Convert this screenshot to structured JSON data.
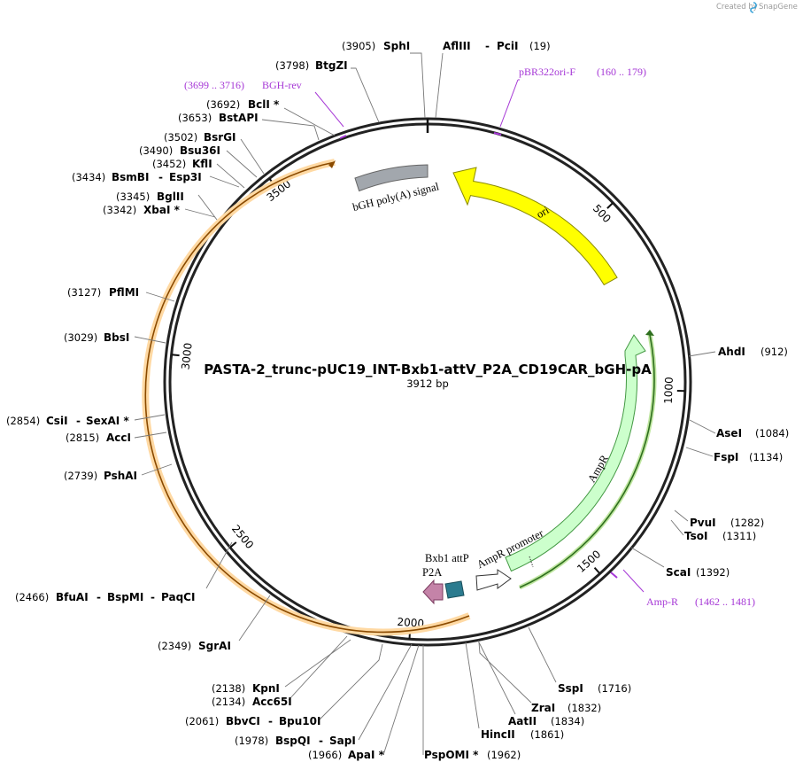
{
  "watermark": {
    "prefix": "Created by",
    "brand": "SnapGene"
  },
  "plasmid": {
    "name": "PASTA-2_trunc-pUC19_INT-Bxb1-attV_P2A_CD19CAR_bGH-pA",
    "length_label": "3912 bp"
  },
  "ticks": [
    "500",
    "1000",
    "1500",
    "2000",
    "2500",
    "3000",
    "3500"
  ],
  "features": {
    "ori": "ori",
    "ampr": "AmpR",
    "ampr_promoter": "AmpR promoter",
    "bxb1": "Bxb1 attP",
    "p2a": "P2A",
    "bgh": "bGH poly(A) signal"
  },
  "primers": [
    {
      "name": "pBR322ori-F",
      "range": "(160 .. 179)"
    },
    {
      "name": "Amp-R",
      "range": "(1462 .. 1481)"
    },
    {
      "name": "BGH-rev",
      "range": "(3699 .. 3716)"
    }
  ],
  "sites": [
    {
      "id": "sphi",
      "num": "(3905)",
      "name": "SphI"
    },
    {
      "id": "afliii",
      "name": "AflIII",
      "sep": "-",
      "name2": "PciI",
      "num": "(19)"
    },
    {
      "id": "btgzi",
      "num": "(3798)",
      "name": "BtgZI"
    },
    {
      "id": "bcli",
      "num": "(3692)",
      "name": "BclI *"
    },
    {
      "id": "bstapi",
      "num": "(3653)",
      "name": "BstAPI"
    },
    {
      "id": "bsrgi",
      "num": "(3502)",
      "name": "BsrGI"
    },
    {
      "id": "bsu36i",
      "num": "(3490)",
      "name": "Bsu36I"
    },
    {
      "id": "kfli",
      "num": "(3452)",
      "name": "KflI"
    },
    {
      "id": "bsmbi",
      "num": "(3434)",
      "name": "BsmBI",
      "sep": "-",
      "name2": "Esp3I"
    },
    {
      "id": "bglii",
      "num": "(3345)",
      "name": "BglII"
    },
    {
      "id": "xbai",
      "num": "(3342)",
      "name": "XbaI *"
    },
    {
      "id": "pflmi",
      "num": "(3127)",
      "name": "PflMI"
    },
    {
      "id": "bbsi",
      "num": "(3029)",
      "name": "BbsI"
    },
    {
      "id": "csii",
      "num": "(2854)",
      "name": "CsiI",
      "sep": "-",
      "name2": "SexAI *"
    },
    {
      "id": "acci",
      "num": "(2815)",
      "name": "AccI"
    },
    {
      "id": "pshai",
      "num": "(2739)",
      "name": "PshAI"
    },
    {
      "id": "bfuai",
      "num": "(2466)",
      "name": "BfuAI",
      "sep": "-",
      "name2": "BspMI",
      "sep2": "-",
      "name3": "PaqCI"
    },
    {
      "id": "sgrai",
      "num": "(2349)",
      "name": "SgrAI"
    },
    {
      "id": "kpni",
      "num": "(2138)",
      "name": "KpnI"
    },
    {
      "id": "acc65i",
      "num": "(2134)",
      "name": "Acc65I"
    },
    {
      "id": "bbvci",
      "num": "(2061)",
      "name": "BbvCI",
      "sep": "-",
      "name2": "Bpu10I"
    },
    {
      "id": "bspqi",
      "num": "(1978)",
      "name": "BspQI",
      "sep": "-",
      "name2": "SapI"
    },
    {
      "id": "apai",
      "num": "(1966)",
      "name": "ApaI *"
    },
    {
      "id": "pspomi",
      "name": "PspOMI *",
      "num": "(1962)"
    },
    {
      "id": "hincii",
      "name": "HincII",
      "num": "(1861)"
    },
    {
      "id": "aatii",
      "name": "AatII",
      "num": "(1834)"
    },
    {
      "id": "zrai",
      "name": "ZraI",
      "num": "(1832)"
    },
    {
      "id": "sspi",
      "name": "SspI",
      "num": "(1716)"
    },
    {
      "id": "scai",
      "name": "ScaI",
      "num": "(1392)"
    },
    {
      "id": "tsoi",
      "name": "TsoI",
      "num": "(1311)"
    },
    {
      "id": "pvui",
      "name": "PvuI",
      "num": "(1282)"
    },
    {
      "id": "fspi",
      "name": "FspI",
      "num": "(1134)"
    },
    {
      "id": "asei",
      "name": "AseI",
      "num": "(1084)"
    },
    {
      "id": "ahdi",
      "name": "AhdI",
      "num": "(912)"
    }
  ]
}
